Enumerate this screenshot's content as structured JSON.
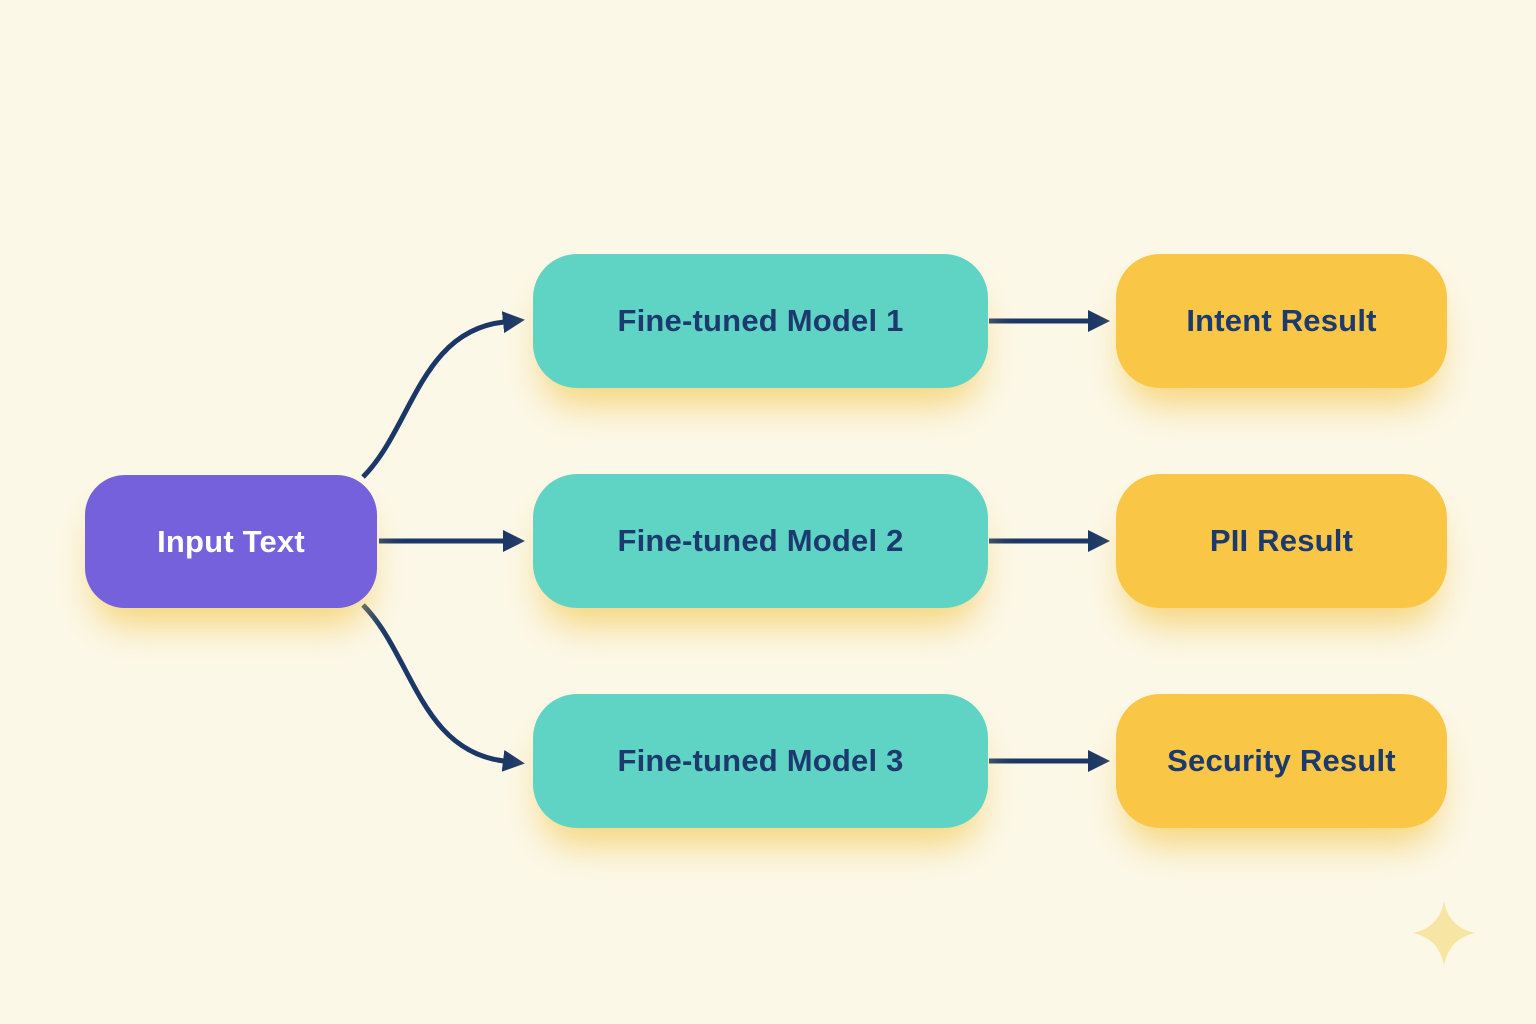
{
  "diagram": {
    "nodes": {
      "input": {
        "label": "Input Text"
      },
      "model1": {
        "label": "Fine-tuned Model 1"
      },
      "model2": {
        "label": "Fine-tuned Model 2"
      },
      "model3": {
        "label": "Fine-tuned Model 3"
      },
      "result1": {
        "label": "Intent Result"
      },
      "result2": {
        "label": "PII Result"
      },
      "result3": {
        "label": "Security Result"
      }
    },
    "edges": [
      {
        "from": "Input Text",
        "to": "Fine-tuned Model 1"
      },
      {
        "from": "Input Text",
        "to": "Fine-tuned Model 2"
      },
      {
        "from": "Input Text",
        "to": "Fine-tuned Model 3"
      },
      {
        "from": "Fine-tuned Model 1",
        "to": "Intent Result"
      },
      {
        "from": "Fine-tuned Model 2",
        "to": "PII Result"
      },
      {
        "from": "Fine-tuned Model 3",
        "to": "Security Result"
      }
    ],
    "icons": [
      {
        "name": "sparkle-icon"
      }
    ]
  },
  "colors": {
    "background": "#FCF8E8",
    "input_node": "#7561DC",
    "input_text": "#FFFFFF",
    "model_node": "#5FD3C4",
    "result_node": "#F9C646",
    "node_text": "#1C3A6E",
    "arrow": "#1B3767",
    "glow": "#F5CE64",
    "sparkle": "#F7E6A3"
  }
}
